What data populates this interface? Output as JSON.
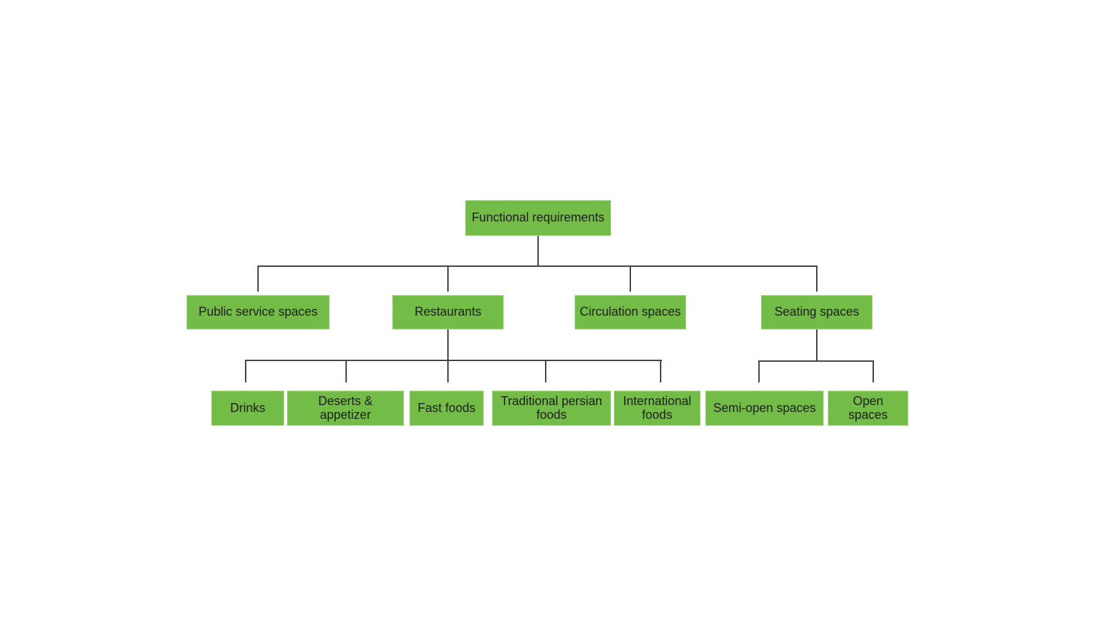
{
  "diagram": {
    "type": "hierarchy-tree",
    "colors": {
      "background": "#ffffff",
      "node_fill": "#74bc48",
      "node_edge": "#a9d78b",
      "connector": "#404040",
      "text": "#1e1e1e"
    }
  },
  "tree": {
    "root": {
      "label": "Functional requirements"
    },
    "level2": [
      {
        "label": "Public service spaces"
      },
      {
        "label": "Restaurants"
      },
      {
        "label": "Circulation spaces"
      },
      {
        "label": "Seating spaces"
      }
    ],
    "restaurants_children": [
      {
        "label": "Drinks"
      },
      {
        "label": "Deserts & appetizer"
      },
      {
        "label": "Fast foods"
      },
      {
        "label": "Traditional persian foods"
      },
      {
        "label": "International foods"
      }
    ],
    "seating_children": [
      {
        "label": "Semi-open spaces"
      },
      {
        "label": "Open spaces"
      }
    ]
  }
}
